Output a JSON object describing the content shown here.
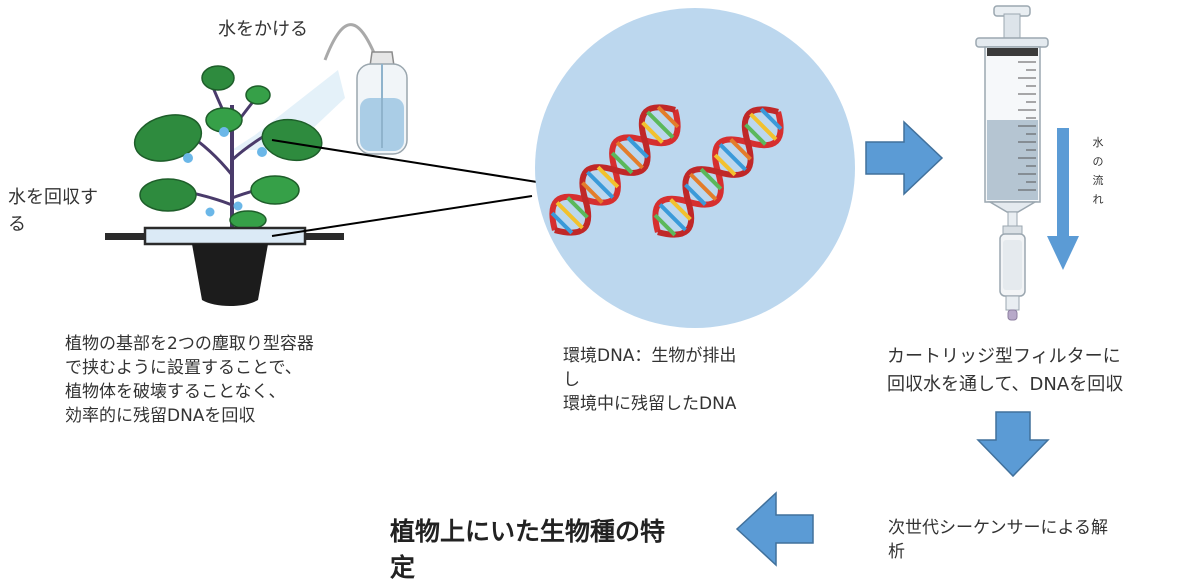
{
  "labels": {
    "water_spray": "水をかける",
    "water_collect": "水を回収す\nる",
    "water_flow": "水\nの\n流\nれ"
  },
  "captions": {
    "plant_setup": "植物の基部を2つの塵取り型容器\nで挟むように設置することで、\n植物体を破壊することなく、\n効率的に残留DNAを回収",
    "edna": "環境DNA：生物が排出\nし\n環境中に残留したDNA",
    "filter": "カートリッジ型フィルターに\n回収水を通して、DNAを回収",
    "sequencing": "次世代シーケンサーによる解\n析",
    "result": "植物上にいた生物種の特\n定"
  },
  "colors": {
    "arrow_blue": "#5b9bd5",
    "arrow_outline": "#41719c",
    "circle_fill": "#bcd7ee",
    "leaf_green": "#2e8b3e",
    "dna_red": "#d62f2f",
    "text": "#333333"
  }
}
